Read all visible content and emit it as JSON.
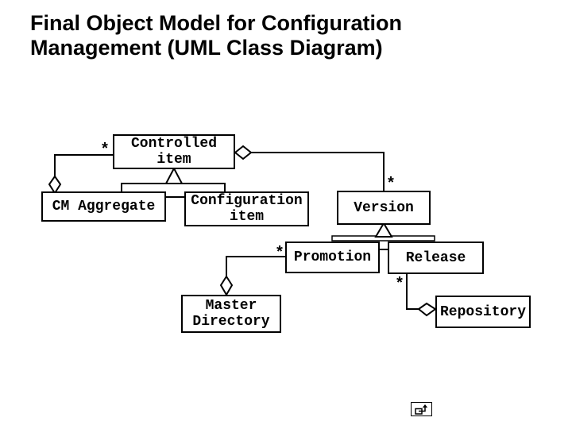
{
  "title": "Final Object Model for Configuration\nManagement (UML Class Diagram)",
  "diagram": {
    "type": "uml-class-diagram",
    "classes": {
      "controlled_item": {
        "label": "Controlled\nitem"
      },
      "cm_aggregate": {
        "label": "CM Aggregate"
      },
      "configuration_item": {
        "label": "Configuration\nitem"
      },
      "version": {
        "label": "Version"
      },
      "promotion": {
        "label": "Promotion"
      },
      "release": {
        "label": "Release"
      },
      "master_directory": {
        "label": "Master\nDirectory"
      },
      "repository": {
        "label": "Repository"
      }
    },
    "multiplicities": {
      "cm_aggregate_to_controlled_item": "*",
      "controlled_item_to_version": "*",
      "master_directory_to_promotion": "*",
      "repository_to_release": "*"
    },
    "relationships": [
      {
        "type": "aggregation",
        "whole": "CM Aggregate",
        "part": "Controlled item",
        "part_multiplicity": "*"
      },
      {
        "type": "aggregation",
        "whole": "Controlled item",
        "part": "Version",
        "part_multiplicity": "*"
      },
      {
        "type": "aggregation",
        "whole": "Master Directory",
        "part": "Promotion",
        "part_multiplicity": "*"
      },
      {
        "type": "aggregation",
        "whole": "Repository",
        "part": "Release",
        "part_multiplicity": "*"
      },
      {
        "type": "generalization",
        "parent": "Controlled item",
        "children": [
          "CM Aggregate",
          "Configuration item"
        ]
      },
      {
        "type": "generalization",
        "parent": "Version",
        "children": [
          "Promotion",
          "Release"
        ]
      }
    ]
  },
  "action_button": {
    "icon": "return-arrow-icon"
  },
  "colors": {
    "background": "#ffffff",
    "line": "#000000",
    "text": "#000000"
  }
}
